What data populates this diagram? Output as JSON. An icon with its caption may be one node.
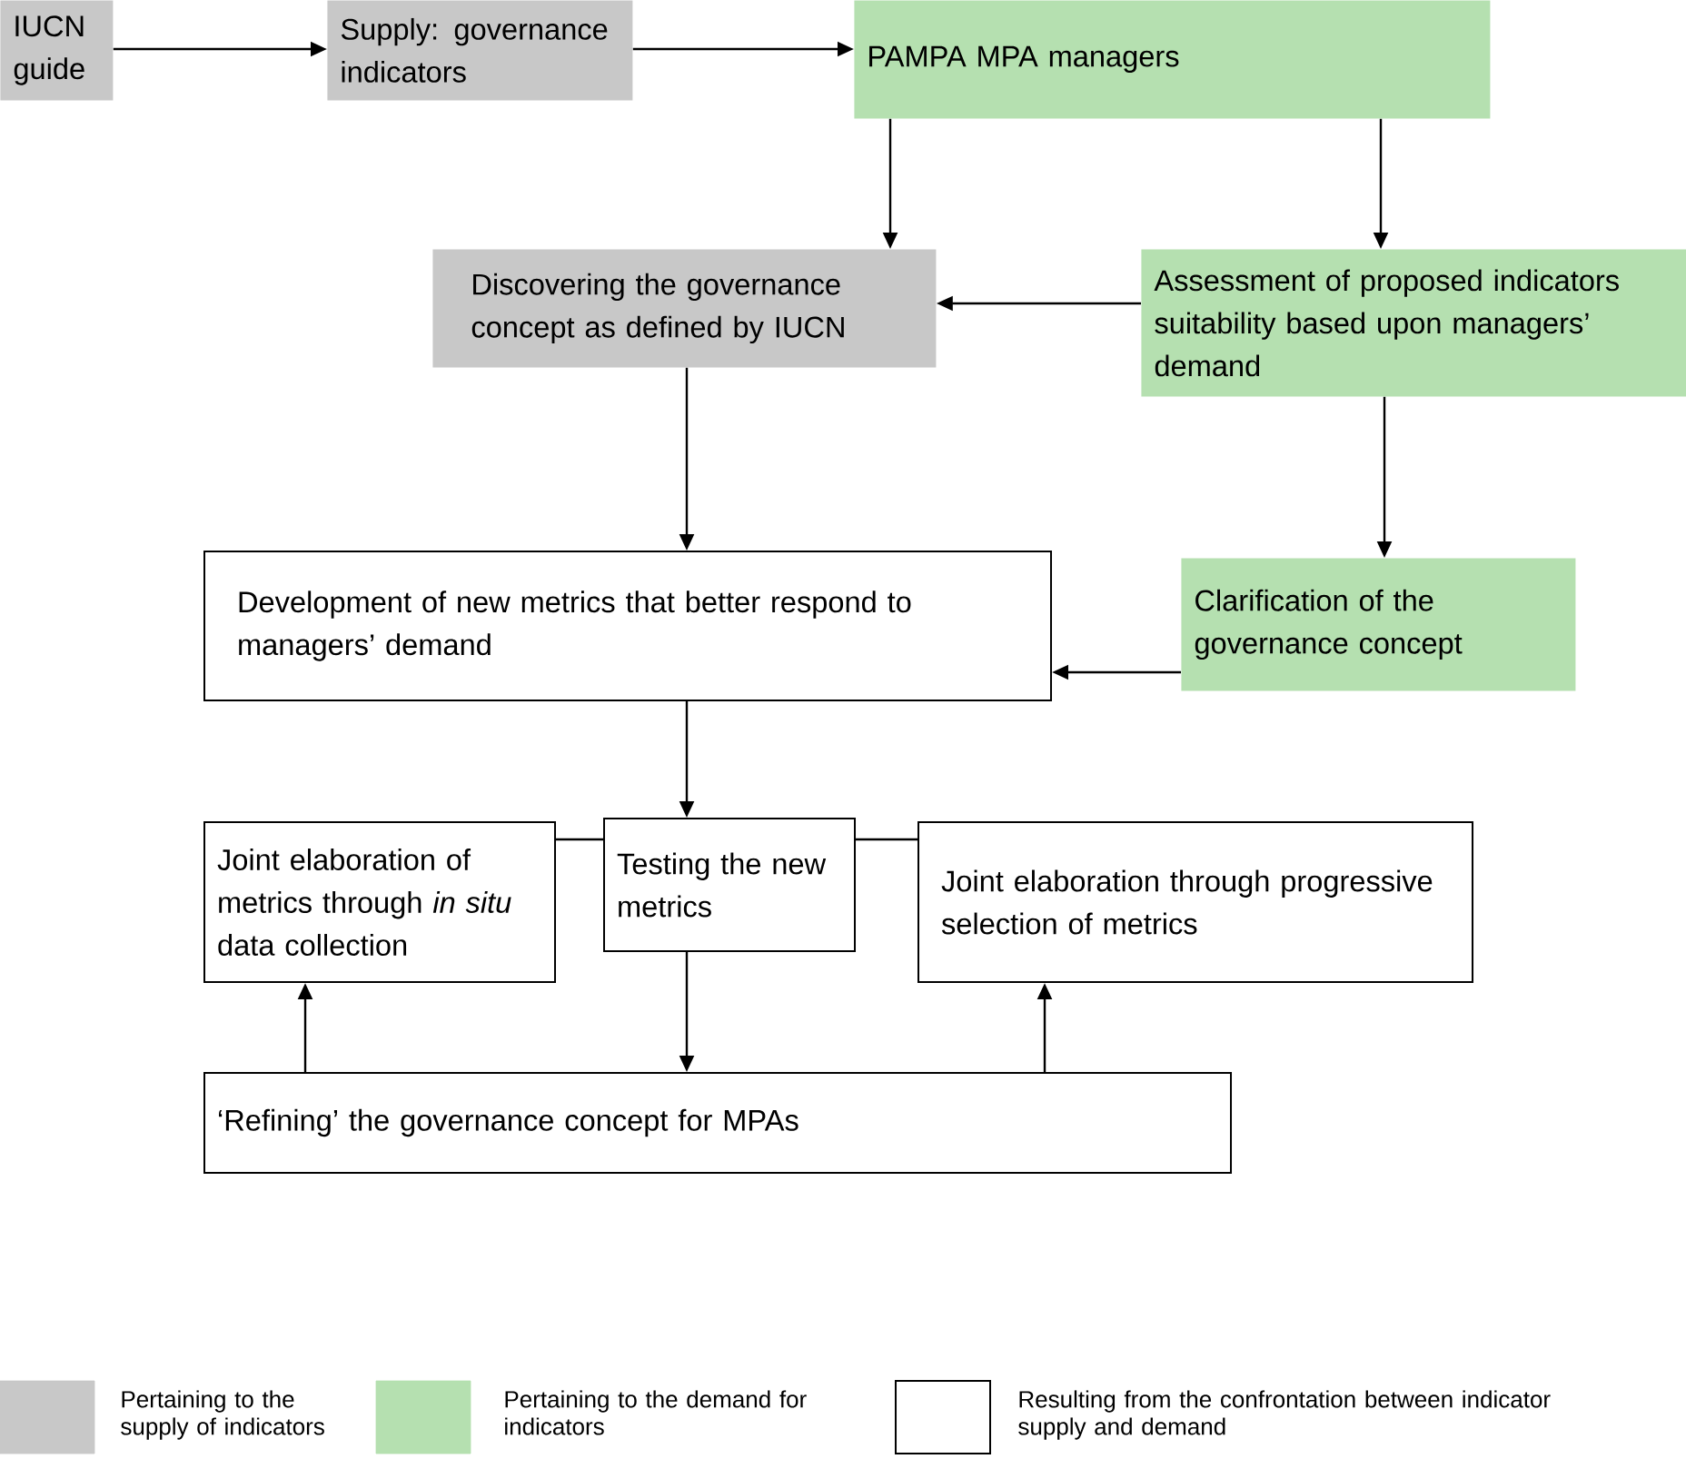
{
  "diagram": {
    "nodes": [
      {
        "text": [
          "IUCN guide"
        ]
      },
      {
        "text": [
          "Supply: governance indicators"
        ]
      },
      {
        "text": [
          "PAMPA MPA managers"
        ]
      },
      {
        "text": [
          "Discovering the governance concept as defined by IUCN"
        ]
      },
      {
        "text": [
          "Assessment of proposed indicators suitability based upon managers’ demand"
        ]
      },
      {
        "text": [
          "Development of new metrics that better respond to managers’ demand"
        ]
      },
      {
        "text": [
          "Clarification of the governance concept"
        ]
      },
      {
        "text": [
          "Joint elaboration of metrics through *in situ* data collection"
        ]
      },
      {
        "text": [
          "Testing the new metrics"
        ]
      },
      {
        "text": [
          "Joint elaboration through progressive selection of metrics"
        ]
      },
      {
        "text": [
          "‘Refining’ the governance concept for MPAs"
        ]
      }
    ],
    "edges": [
      {
        "from": 0,
        "to": 1,
        "arrow": "to"
      },
      {
        "from": 1,
        "to": 2,
        "arrow": "to"
      },
      {
        "from": 2,
        "to": 3,
        "arrow": "to"
      },
      {
        "from": 2,
        "to": 4,
        "arrow": "to"
      },
      {
        "from": 4,
        "to": 3,
        "arrow": "to"
      },
      {
        "from": 3,
        "to": 5,
        "arrow": "to"
      },
      {
        "from": 4,
        "to": 6,
        "arrow": "to"
      },
      {
        "from": 6,
        "to": 5,
        "arrow": "to"
      },
      {
        "from": 5,
        "to": 8,
        "arrow": "to"
      },
      {
        "from": 7,
        "to": 8,
        "arrow": "none"
      },
      {
        "from": 8,
        "to": 9,
        "arrow": "none"
      },
      {
        "from": 8,
        "to": 10,
        "arrow": "to"
      },
      {
        "from": 10,
        "to": 7,
        "arrow": "to"
      },
      {
        "from": 10,
        "to": 9,
        "arrow": "to"
      }
    ],
    "legend": [
      {
        "text": "Pertaining to the supply of indicators",
        "color": "#c8c8c8"
      },
      {
        "text": "Pertaining to the demand for indicators",
        "color": "#b5e0b0"
      },
      {
        "text": "Resulting from the confrontation between indicator supply and demand"
      }
    ]
  }
}
